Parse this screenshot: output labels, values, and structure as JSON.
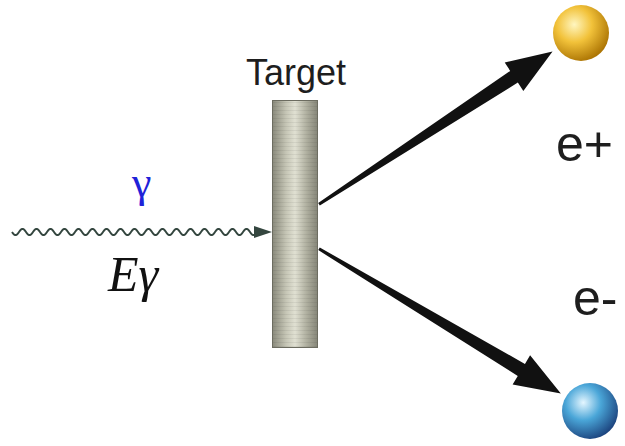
{
  "diagram": {
    "nodes": [
      {
        "text": [
          "Target"
        ]
      },
      {
        "text": [
          "e+"
        ]
      },
      {
        "text": [
          "e-"
        ]
      }
    ],
    "edges": [
      {
        "from": 0,
        "to": 1,
        "arrow": "to"
      },
      {
        "from": 0,
        "to": 2,
        "arrow": "to"
      }
    ],
    "labels": [
      "γ",
      "Eγ"
    ]
  }
}
